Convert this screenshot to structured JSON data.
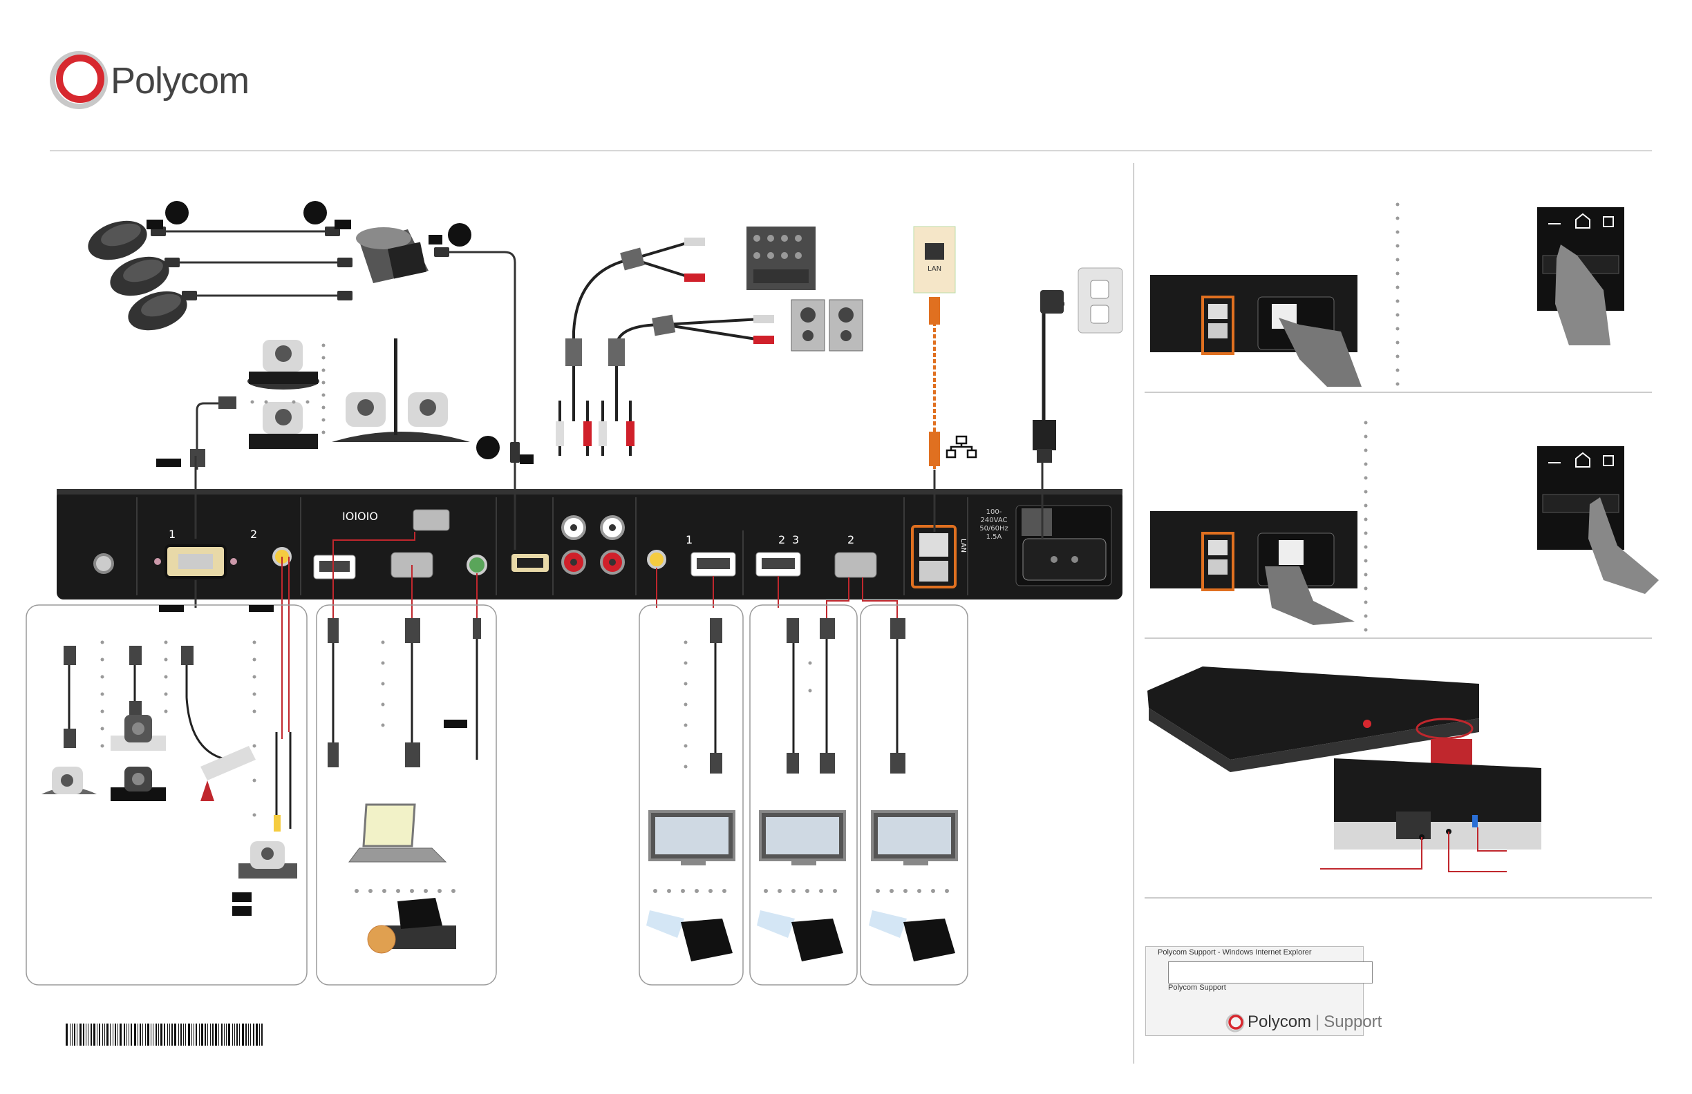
{
  "header": {
    "brand_name": "Polycom",
    "brand_color": "#d7282f"
  },
  "rear_panel": {
    "ports": {
      "serial_label": "IOIOIO",
      "camera_1_label": "1",
      "camera_2_label": "2",
      "monitor_1_label": "1",
      "monitor_2_label": "2",
      "monitor_3_label": "3",
      "vga_monitor_label": "2",
      "lan_label": "LAN",
      "psu_rating": "100-240VAC\n50/60Hz\n1.5A"
    }
  },
  "accessories": {
    "wall_jack_label": "LAN"
  },
  "support_browser": {
    "window_title": "Polycom Support - Windows Internet Explorer",
    "tab_title": "Polycom Support",
    "brand": "Polycom",
    "section": "Support"
  },
  "colors": {
    "device_body": "#1a1a1a",
    "highlight": "#e07020",
    "callout": "#c0272d",
    "cable": "#333333",
    "panel_border": "#9a9a9a"
  },
  "icons": [
    "polycom-logo-icon",
    "microphone-icon",
    "speaker-icon",
    "monitor-icon",
    "projector-icon",
    "camera-icon",
    "laptop-icon",
    "document-camera-icon",
    "network-icon",
    "power-plug-icon",
    "barcode-icon",
    "home-icon",
    "back-arrow-icon",
    "menu-icon",
    "hand-pointer-icon"
  ]
}
